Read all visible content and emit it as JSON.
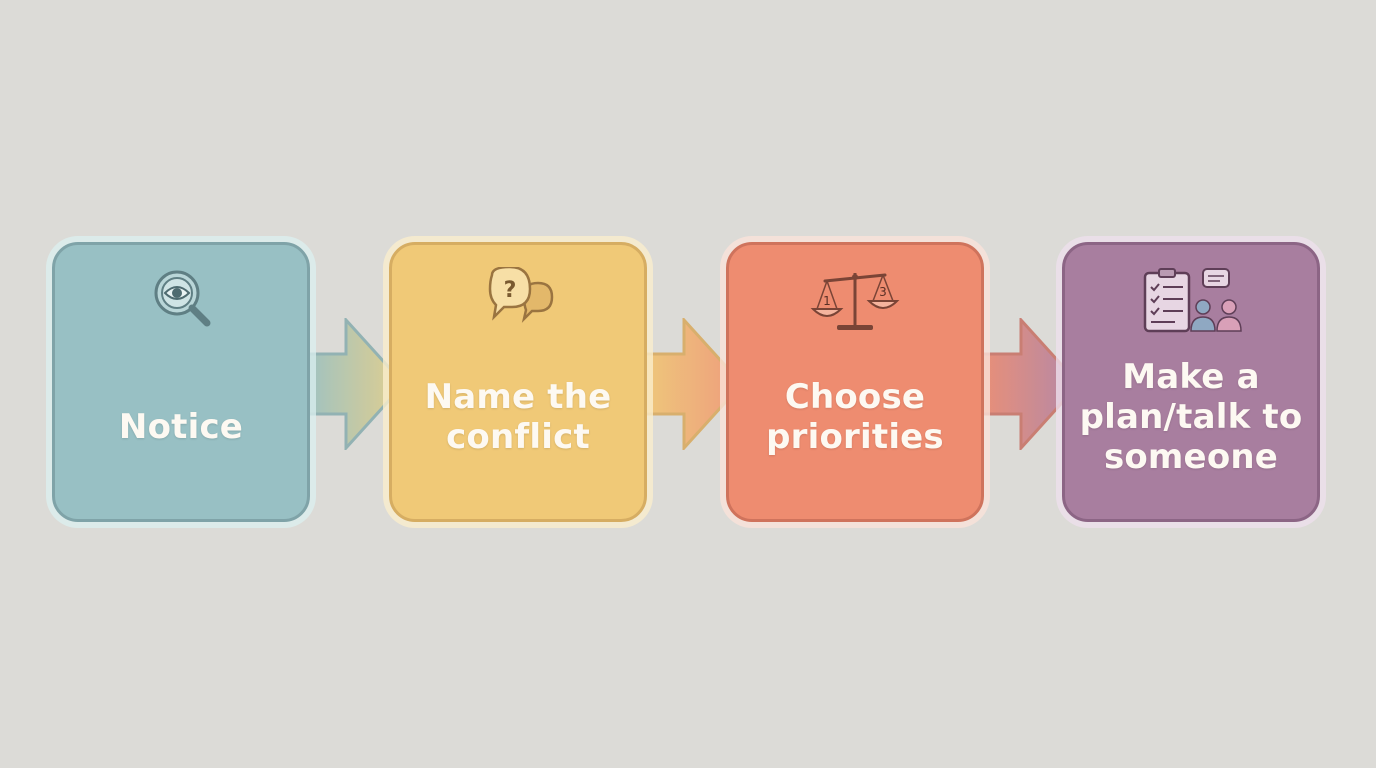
{
  "steps": [
    {
      "label": "Notice",
      "icon": "magnifier-eye-icon",
      "color": "#98c0c4"
    },
    {
      "label": "Name the conflict",
      "icon": "question-speech-bubbles-icon",
      "color": "#f0c977"
    },
    {
      "label": "Choose priorities",
      "icon": "balance-scale-icon",
      "color": "#ee8c70"
    },
    {
      "label": "Make a plan/talk to someone",
      "icon": "checklist-conversation-icon",
      "color": "#a87e9f"
    }
  ],
  "scale_marks": {
    "left": "1",
    "right": "3"
  },
  "question_mark": "?",
  "background": "#dcdbd7"
}
